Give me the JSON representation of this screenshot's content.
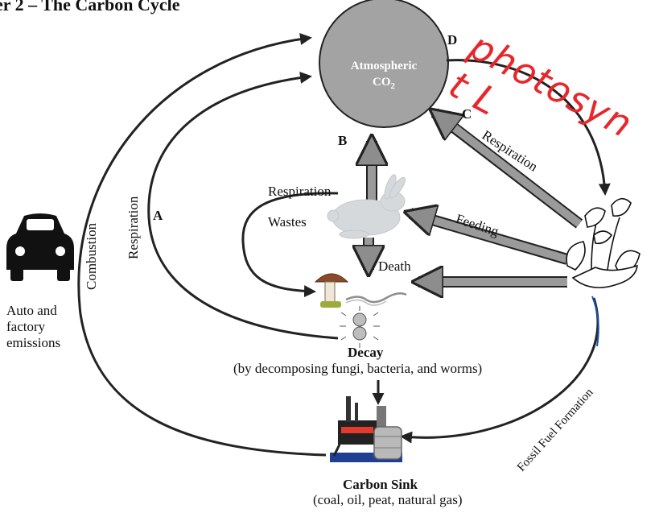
{
  "title": "er 2 – The Carbon Cycle",
  "atmosphere": {
    "line1": "Atmospheric",
    "line2": "CO",
    "sub": "2"
  },
  "letters": {
    "a": "A",
    "b": "B",
    "c": "C",
    "d": "D"
  },
  "labels": {
    "combustion": "Combustion",
    "respiration_left": "Respiration",
    "respiration_middle": "Respiration",
    "wastes": "Wastes",
    "death": "Death",
    "feeding": "Feeding",
    "respiration_plant": "Respiration",
    "fossil_fuel": "Fossil Fuel Formation",
    "emissions": [
      "Auto and",
      "factory",
      "emissions"
    ],
    "decay_title": "Decay",
    "decay_note": "(by decomposing fungi, bacteria, and worms)",
    "sink_title": "Carbon Sink",
    "sink_note": "(coal, oil, peat, natural gas)"
  },
  "annotation": "photosyn t L",
  "colors": {
    "circle": "#a3a3a3",
    "arrow_fill": "#9a9a9a",
    "ink": "#111111",
    "handwriting": "#e8262b"
  }
}
